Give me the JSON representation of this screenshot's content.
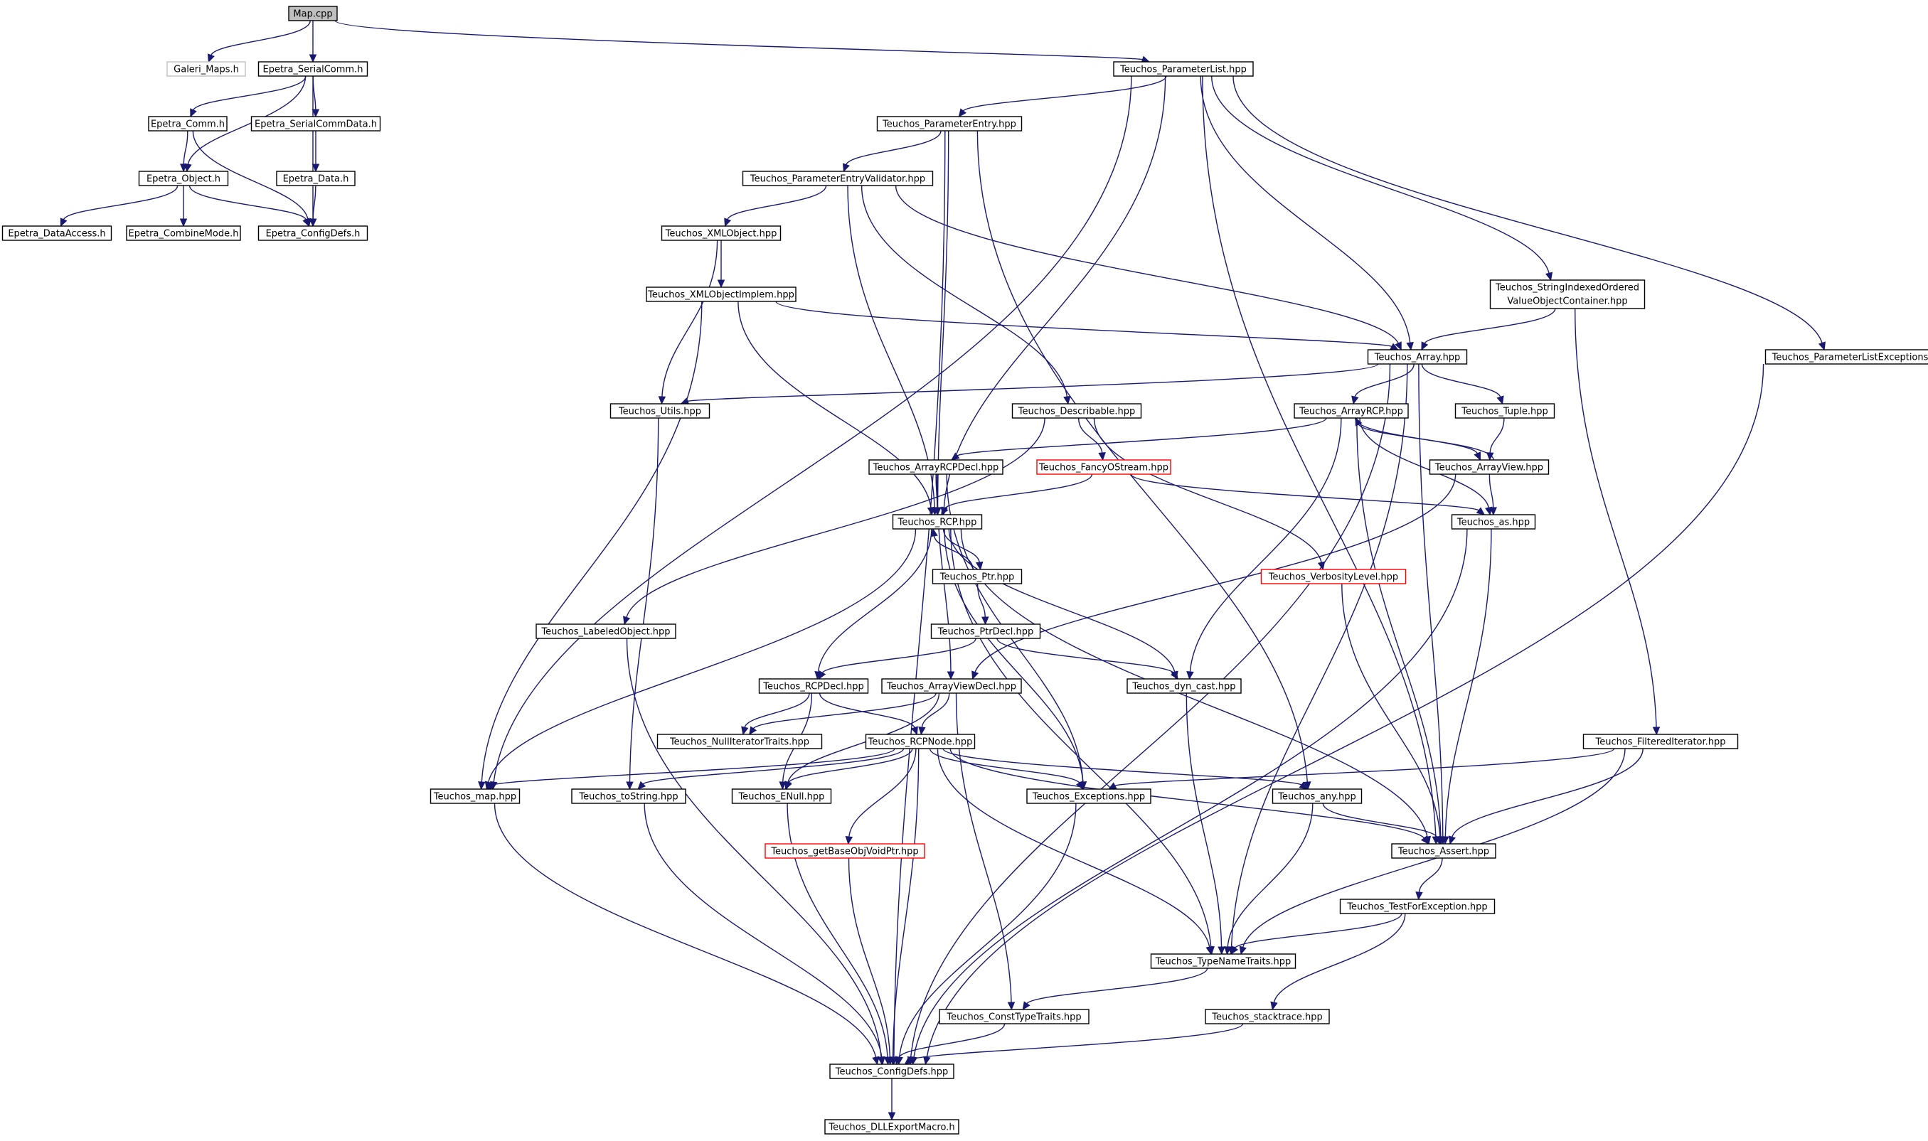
{
  "colors": {
    "edge": "#191970",
    "border_default": "#000000",
    "border_external": "#bfbfbf",
    "border_incomplete": "#ff0000",
    "fill_root": "#bfbfbf",
    "fill_default": "#ffffff"
  },
  "nodes": [
    {
      "id": "map_cpp",
      "label": "Map.cpp",
      "style": "root"
    },
    {
      "id": "galeri_maps",
      "label": "Galeri_Maps.h",
      "style": "external"
    },
    {
      "id": "epetra_serialcomm",
      "label": "Epetra_SerialComm.h",
      "style": "default"
    },
    {
      "id": "epetra_comm",
      "label": "Epetra_Comm.h",
      "style": "default"
    },
    {
      "id": "epetra_serialcommdata",
      "label": "Epetra_SerialCommData.h",
      "style": "default"
    },
    {
      "id": "epetra_object",
      "label": "Epetra_Object.h",
      "style": "default"
    },
    {
      "id": "epetra_data",
      "label": "Epetra_Data.h",
      "style": "default"
    },
    {
      "id": "epetra_dataaccess",
      "label": "Epetra_DataAccess.h",
      "style": "default"
    },
    {
      "id": "epetra_combinemode",
      "label": "Epetra_CombineMode.h",
      "style": "default"
    },
    {
      "id": "epetra_configdefs",
      "label": "Epetra_ConfigDefs.h",
      "style": "default"
    },
    {
      "id": "parameterlist",
      "label": "Teuchos_ParameterList.hpp",
      "style": "default"
    },
    {
      "id": "parameterentry",
      "label": "Teuchos_ParameterEntry.hpp",
      "style": "default"
    },
    {
      "id": "parameterentryvalidator",
      "label": "Teuchos_ParameterEntryValidator.hpp",
      "style": "default"
    },
    {
      "id": "xmlobject",
      "label": "Teuchos_XMLObject.hpp",
      "style": "default"
    },
    {
      "id": "xmlobjectimplem",
      "label": "Teuchos_XMLObjectImplem.hpp",
      "style": "default"
    },
    {
      "id": "stringindexed",
      "label": "Teuchos_StringIndexedOrdered",
      "label2": "ValueObjectContainer.hpp",
      "style": "default"
    },
    {
      "id": "array",
      "label": "Teuchos_Array.hpp",
      "style": "default"
    },
    {
      "id": "parameterlistexceptions",
      "label": "Teuchos_ParameterListExceptions.hpp",
      "style": "default"
    },
    {
      "id": "utils",
      "label": "Teuchos_Utils.hpp",
      "style": "default"
    },
    {
      "id": "describable",
      "label": "Teuchos_Describable.hpp",
      "style": "default"
    },
    {
      "id": "arrayrcp",
      "label": "Teuchos_ArrayRCP.hpp",
      "style": "default"
    },
    {
      "id": "tuple",
      "label": "Teuchos_Tuple.hpp",
      "style": "default"
    },
    {
      "id": "arrayrcpdecl",
      "label": "Teuchos_ArrayRCPDecl.hpp",
      "style": "default"
    },
    {
      "id": "fancyostream",
      "label": "Teuchos_FancyOStream.hpp",
      "style": "incomplete"
    },
    {
      "id": "arrayview",
      "label": "Teuchos_ArrayView.hpp",
      "style": "default"
    },
    {
      "id": "rcp",
      "label": "Teuchos_RCP.hpp",
      "style": "default"
    },
    {
      "id": "as",
      "label": "Teuchos_as.hpp",
      "style": "default"
    },
    {
      "id": "ptr",
      "label": "Teuchos_Ptr.hpp",
      "style": "default"
    },
    {
      "id": "verbositylevel",
      "label": "Teuchos_VerbosityLevel.hpp",
      "style": "incomplete"
    },
    {
      "id": "labeledobject",
      "label": "Teuchos_LabeledObject.hpp",
      "style": "default"
    },
    {
      "id": "ptrdecl",
      "label": "Teuchos_PtrDecl.hpp",
      "style": "default"
    },
    {
      "id": "rcpdecl",
      "label": "Teuchos_RCPDecl.hpp",
      "style": "default"
    },
    {
      "id": "arrayviewdecl",
      "label": "Teuchos_ArrayViewDecl.hpp",
      "style": "default"
    },
    {
      "id": "dyn_cast",
      "label": "Teuchos_dyn_cast.hpp",
      "style": "default"
    },
    {
      "id": "nulliteratortraits",
      "label": "Teuchos_NullIteratorTraits.hpp",
      "style": "default"
    },
    {
      "id": "rcpnode",
      "label": "Teuchos_RCPNode.hpp",
      "style": "default"
    },
    {
      "id": "filterediterator",
      "label": "Teuchos_FilteredIterator.hpp",
      "style": "default"
    },
    {
      "id": "map",
      "label": "Teuchos_map.hpp",
      "style": "default"
    },
    {
      "id": "tostring",
      "label": "Teuchos_toString.hpp",
      "style": "default"
    },
    {
      "id": "enull",
      "label": "Teuchos_ENull.hpp",
      "style": "default"
    },
    {
      "id": "exceptions",
      "label": "Teuchos_Exceptions.hpp",
      "style": "default"
    },
    {
      "id": "any",
      "label": "Teuchos_any.hpp",
      "style": "default"
    },
    {
      "id": "getbaseobjvoidptr",
      "label": "Teuchos_getBaseObjVoidPtr.hpp",
      "style": "incomplete"
    },
    {
      "id": "assert",
      "label": "Teuchos_Assert.hpp",
      "style": "default"
    },
    {
      "id": "testforexception",
      "label": "Teuchos_TestForException.hpp",
      "style": "default"
    },
    {
      "id": "typenametraits",
      "label": "Teuchos_TypeNameTraits.hpp",
      "style": "default"
    },
    {
      "id": "consttypetraits",
      "label": "Teuchos_ConstTypeTraits.hpp",
      "style": "default"
    },
    {
      "id": "stacktrace",
      "label": "Teuchos_stacktrace.hpp",
      "style": "default"
    },
    {
      "id": "configdefs",
      "label": "Teuchos_ConfigDefs.hpp",
      "style": "default"
    },
    {
      "id": "dllexportmacro",
      "label": "Teuchos_DLLExportMacro.h",
      "style": "default"
    }
  ],
  "edges": [
    [
      "map_cpp",
      "galeri_maps"
    ],
    [
      "map_cpp",
      "epetra_serialcomm"
    ],
    [
      "map_cpp",
      "parameterlist"
    ],
    [
      "epetra_serialcomm",
      "epetra_comm"
    ],
    [
      "epetra_serialcomm",
      "epetra_serialcommdata"
    ],
    [
      "epetra_serialcomm",
      "epetra_object"
    ],
    [
      "epetra_serialcomm",
      "epetra_configdefs"
    ],
    [
      "epetra_comm",
      "epetra_object"
    ],
    [
      "epetra_comm",
      "epetra_configdefs"
    ],
    [
      "epetra_serialcommdata",
      "epetra_data"
    ],
    [
      "epetra_data",
      "epetra_configdefs"
    ],
    [
      "epetra_object",
      "epetra_dataaccess"
    ],
    [
      "epetra_object",
      "epetra_combinemode"
    ],
    [
      "epetra_object",
      "epetra_configdefs"
    ],
    [
      "parameterlist",
      "parameterentry"
    ],
    [
      "parameterlist",
      "array"
    ],
    [
      "parameterlist",
      "stringindexed"
    ],
    [
      "parameterlist",
      "parameterlistexceptions"
    ],
    [
      "parameterlist",
      "rcp"
    ],
    [
      "parameterlist",
      "map"
    ],
    [
      "parameterlist",
      "assert"
    ],
    [
      "parameterentry",
      "parameterentryvalidator"
    ],
    [
      "parameterentry",
      "rcp"
    ],
    [
      "parameterentry",
      "any"
    ],
    [
      "parameterentry",
      "configdefs"
    ],
    [
      "parameterentryvalidator",
      "xmlobject"
    ],
    [
      "parameterentryvalidator",
      "describable"
    ],
    [
      "parameterentryvalidator",
      "array"
    ],
    [
      "parameterentryvalidator",
      "rcp"
    ],
    [
      "xmlobject",
      "xmlobjectimplem"
    ],
    [
      "xmlobject",
      "utils"
    ],
    [
      "xmlobjectimplem",
      "array"
    ],
    [
      "xmlobjectimplem",
      "rcp"
    ],
    [
      "xmlobjectimplem",
      "map"
    ],
    [
      "stringindexed",
      "array"
    ],
    [
      "stringindexed",
      "filterediterator"
    ],
    [
      "array",
      "utils"
    ],
    [
      "array",
      "arrayrcp"
    ],
    [
      "array",
      "tuple"
    ],
    [
      "array",
      "assert"
    ],
    [
      "array",
      "typenametraits"
    ],
    [
      "array",
      "configdefs"
    ],
    [
      "parameterlistexceptions",
      "configdefs"
    ],
    [
      "utils",
      "tostring"
    ],
    [
      "describable",
      "fancyostream"
    ],
    [
      "describable",
      "labeledobject"
    ],
    [
      "describable",
      "verbositylevel"
    ],
    [
      "arrayrcp",
      "arrayrcpdecl"
    ],
    [
      "arrayrcp",
      "arrayview"
    ],
    [
      "arrayrcp",
      "as"
    ],
    [
      "arrayrcp",
      "dyn_cast"
    ],
    [
      "arrayrcp",
      "assert"
    ],
    [
      "tuple",
      "arrayview"
    ],
    [
      "arrayrcpdecl",
      "rcp"
    ],
    [
      "arrayrcpdecl",
      "arrayviewdecl"
    ],
    [
      "arrayrcpdecl",
      "exceptions"
    ],
    [
      "fancyostream",
      "rcp"
    ],
    [
      "fancyostream",
      "as"
    ],
    [
      "arrayview",
      "arrayrcp"
    ],
    [
      "arrayview",
      "as"
    ],
    [
      "arrayview",
      "arrayviewdecl"
    ],
    [
      "as",
      "assert"
    ],
    [
      "as",
      "configdefs"
    ],
    [
      "rcp",
      "ptr"
    ],
    [
      "rcp",
      "rcpdecl"
    ],
    [
      "rcp",
      "map"
    ],
    [
      "rcp",
      "dyn_cast"
    ],
    [
      "rcp",
      "exceptions"
    ],
    [
      "rcp",
      "assert"
    ],
    [
      "rcp",
      "typenametraits"
    ],
    [
      "ptr",
      "rcp"
    ],
    [
      "ptr",
      "ptrdecl"
    ],
    [
      "verbositylevel",
      "assert"
    ],
    [
      "labeledobject",
      "configdefs"
    ],
    [
      "ptrdecl",
      "rcpdecl"
    ],
    [
      "ptrdecl",
      "dyn_cast"
    ],
    [
      "rcpdecl",
      "nulliteratortraits"
    ],
    [
      "rcpdecl",
      "rcpnode"
    ],
    [
      "rcpdecl",
      "enull"
    ],
    [
      "arrayviewdecl",
      "rcpnode"
    ],
    [
      "arrayviewdecl",
      "nulliteratortraits"
    ],
    [
      "arrayviewdecl",
      "enull"
    ],
    [
      "arrayviewdecl",
      "consttypetraits"
    ],
    [
      "dyn_cast",
      "typenametraits"
    ],
    [
      "rcpnode",
      "map"
    ],
    [
      "rcpnode",
      "tostring"
    ],
    [
      "rcpnode",
      "enull"
    ],
    [
      "rcpnode",
      "exceptions"
    ],
    [
      "rcpnode",
      "any"
    ],
    [
      "rcpnode",
      "getbaseobjvoidptr"
    ],
    [
      "rcpnode",
      "assert"
    ],
    [
      "rcpnode",
      "typenametraits"
    ],
    [
      "rcpnode",
      "configdefs"
    ],
    [
      "filterediterator",
      "exceptions"
    ],
    [
      "filterediterator",
      "assert"
    ],
    [
      "filterediterator",
      "typenametraits"
    ],
    [
      "map",
      "configdefs"
    ],
    [
      "tostring",
      "configdefs"
    ],
    [
      "enull",
      "configdefs"
    ],
    [
      "exceptions",
      "configdefs"
    ],
    [
      "any",
      "assert"
    ],
    [
      "any",
      "typenametraits"
    ],
    [
      "getbaseobjvoidptr",
      "configdefs"
    ],
    [
      "assert",
      "testforexception"
    ],
    [
      "testforexception",
      "typenametraits"
    ],
    [
      "testforexception",
      "stacktrace"
    ],
    [
      "typenametraits",
      "consttypetraits"
    ],
    [
      "consttypetraits",
      "configdefs"
    ],
    [
      "stacktrace",
      "configdefs"
    ],
    [
      "configdefs",
      "dllexportmacro"
    ]
  ]
}
